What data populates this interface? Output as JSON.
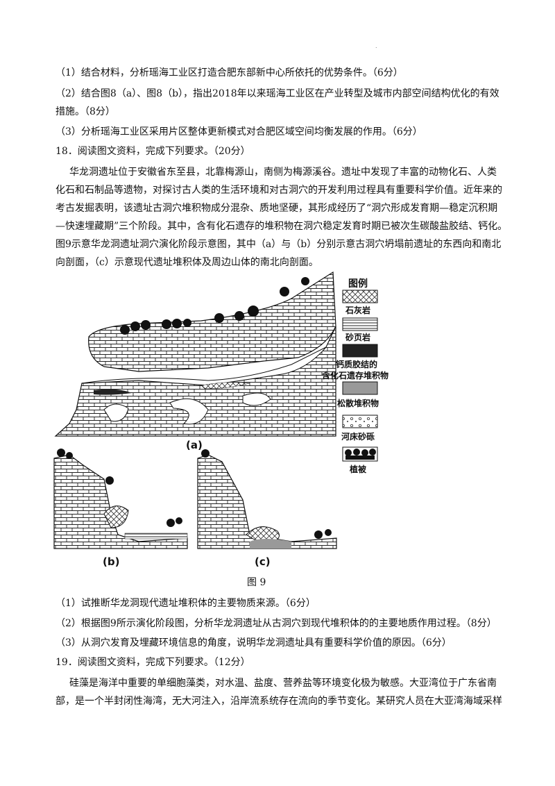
{
  "page": {
    "dot": ".",
    "lines": [
      "（1）结合材料，分析瑶海工业区打造合肥东部新中心所依托的优势条件。（6分）",
      "（2）结合图8（a）、图8（b），指出2018年以来瑶海工业区在产业转型及城市内部空间结构优化的有效",
      "措施。（8分）",
      "（3）分析瑶海工业区采用片区整体更新模式对合肥区域空间均衡发展的作用。（6分）",
      "18．阅读图文资料，完成下列要求。（20分）",
      "华龙洞遗址位于安徽省东至县，北靠梅源山，南侧为梅源溪谷。遗址中发现了丰富的动物化石、人类",
      "化石和石制品等遗物，对探讨古人类的生活环境和对古洞穴的开发利用过程具有重要科学价值。近年来的",
      "考古发掘表明，该遗址古洞穴堆积物成分混杂、质地坚硬，其形成经历了“洞穴形成发育期—稳定沉积期",
      "—快速埋藏期”三个阶段。其中，含有化石遗存的堆积物在洞穴稳定发育时期已被次生碳酸盐胶结、钙化。",
      "图9示意华龙洞遗址洞穴演化阶段示意图，其中（a）与（b）分别示意古洞穴坍塌前遗址的东西向和南北",
      "向剖面，（c）示意现代遗址堆积体及周边山体的南北向剖面。"
    ],
    "questions": [
      "（1）试推断华龙洞现代遗址堆积体的主要物质来源。（6分）",
      "（2）根据图9所示演化阶段图，分析华龙洞遗址从古洞穴到现代堆积体的的主要地质作用过程。（8分）",
      "（3）从洞穴发育及埋藏环境信息的角度，说明华龙洞遗址具有重要科学价值的原因。（6分）",
      "19．阅读图文资料，完成下列要求。（12分）",
      "硅藻是海洋中重要的单细胞藻类，对水温、盐度、营养盐等环境变化极为敏感。大亚湾位于广东省南",
      "部，是一个半封闭性海湾，无大河注入，沿岸流系统存在流向的季节变化。某研究人员在大亚湾海域采样"
    ]
  },
  "figure": {
    "legend_title": "图例",
    "legend": [
      {
        "label": "石灰岩",
        "icon": "limestone-pattern"
      },
      {
        "label": "砂页岩",
        "icon": "sandshale-pattern"
      },
      {
        "label": "钙质胶结的",
        "label2": "含化石遗存堆积物",
        "icon": "fossil-deposit-pattern"
      },
      {
        "label": "松散堆积物",
        "icon": "loose-deposit-pattern"
      },
      {
        "label": "河床砂砾",
        "icon": "riverbed-gravel-pattern"
      },
      {
        "label": "植被",
        "icon": "vegetation-pattern"
      }
    ],
    "panel_a": "(a)",
    "panel_b": "(b)",
    "panel_c": "(c)",
    "caption": "图 9"
  }
}
